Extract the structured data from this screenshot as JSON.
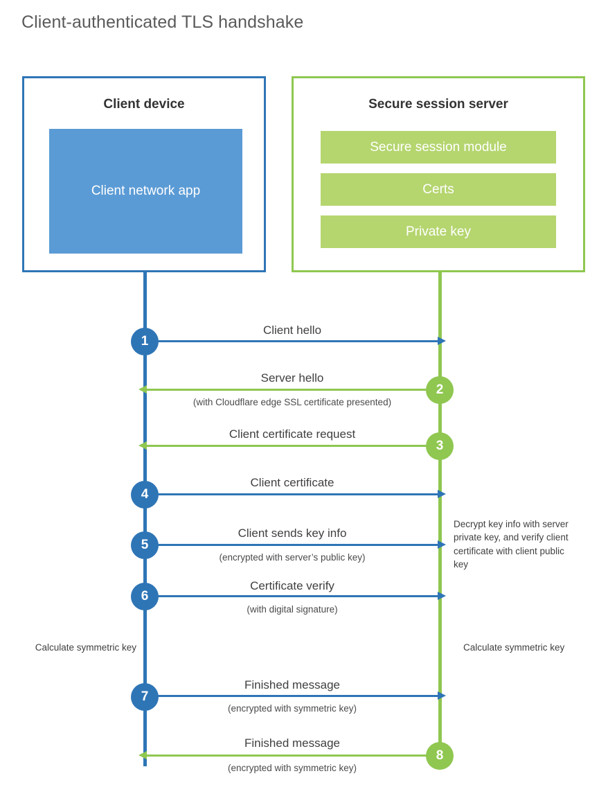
{
  "title": "Client-authenticated TLS handshake",
  "parties": {
    "client": {
      "title": "Client device",
      "app_label": "Client network app",
      "accent": "#2e75b6",
      "app_fill": "#5b9bd5"
    },
    "server": {
      "title": "Secure session server",
      "accent": "#8fc750",
      "bar_fill": "#b5d56f",
      "modules": [
        {
          "label": "Secure session module"
        },
        {
          "label": "Certs"
        },
        {
          "label": "Private key"
        }
      ]
    }
  },
  "steps": [
    {
      "number": "1",
      "label": "Client hello",
      "sublabel": "",
      "direction": "client-to-server",
      "color": "#2e75b6"
    },
    {
      "number": "2",
      "label": "Server hello",
      "sublabel": "(with Cloudflare edge SSL certificate presented)",
      "direction": "server-to-client",
      "color": "#8fc750"
    },
    {
      "number": "3",
      "label": "Client certificate request",
      "sublabel": "",
      "direction": "server-to-client",
      "color": "#8fc750"
    },
    {
      "number": "4",
      "label": "Client certificate",
      "sublabel": "",
      "direction": "client-to-server",
      "color": "#2e75b6"
    },
    {
      "number": "5",
      "label": "Client sends key info",
      "sublabel": "(encrypted with server’s public key)",
      "direction": "client-to-server",
      "color": "#2e75b6"
    },
    {
      "number": "6",
      "label": "Certificate verify",
      "sublabel": "(with digital signature)",
      "direction": "client-to-server",
      "color": "#2e75b6"
    },
    {
      "number": "7",
      "label": "Finished message",
      "sublabel": "(encrypted with symmetric key)",
      "direction": "client-to-server",
      "color": "#2e75b6"
    },
    {
      "number": "8",
      "label": "Finished message",
      "sublabel": "(encrypted with symmetric key)",
      "direction": "server-to-client",
      "color": "#8fc750"
    }
  ],
  "annotations": {
    "server_decrypt": "Decrypt key info with server private key, and verify client certificate with client public key",
    "client_calculate": "Calculate symmetric key",
    "server_calculate": "Calculate symmetric key"
  }
}
